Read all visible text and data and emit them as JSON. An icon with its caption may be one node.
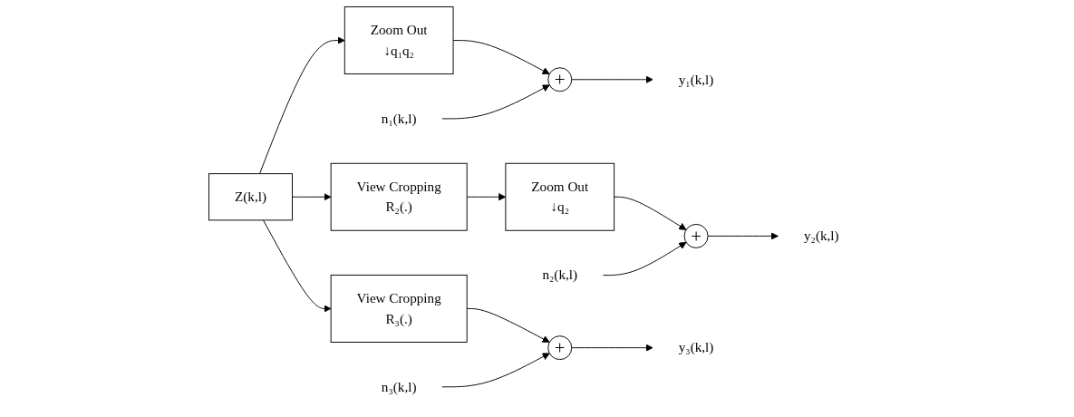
{
  "diagram": {
    "nodes": [
      {
        "text": [
          "Z(k,l)"
        ]
      },
      {
        "text": [
          "Zoom Out",
          "↓q₁q₂"
        ]
      },
      {
        "text": [
          "n₁(k,l)"
        ]
      },
      {
        "text": [
          "+"
        ]
      },
      {
        "text": [
          "y₁(k,l)"
        ]
      },
      {
        "text": [
          "View Cropping",
          "R₂(.)"
        ]
      },
      {
        "text": [
          "Zoom Out",
          "↓q₂"
        ]
      },
      {
        "text": [
          "n₂(k,l)"
        ]
      },
      {
        "text": [
          "+"
        ]
      },
      {
        "text": [
          "y₂(k,l)"
        ]
      },
      {
        "text": [
          "View Cropping",
          "R₃(.)"
        ]
      },
      {
        "text": [
          "n₃(k,l)"
        ]
      },
      {
        "text": [
          "+"
        ]
      },
      {
        "text": [
          "y₃(k,l)"
        ]
      }
    ],
    "edges": [
      {
        "from": 0,
        "to": 1,
        "arrow": "to"
      },
      {
        "from": 1,
        "to": 3,
        "arrow": "to"
      },
      {
        "from": 2,
        "to": 3,
        "arrow": "to"
      },
      {
        "from": 3,
        "to": 4,
        "arrow": "to"
      },
      {
        "from": 0,
        "to": 5,
        "arrow": "to"
      },
      {
        "from": 5,
        "to": 6,
        "arrow": "to"
      },
      {
        "from": 6,
        "to": 8,
        "arrow": "to"
      },
      {
        "from": 7,
        "to": 8,
        "arrow": "to"
      },
      {
        "from": 8,
        "to": 9,
        "arrow": "to"
      },
      {
        "from": 0,
        "to": 10,
        "arrow": "to"
      },
      {
        "from": 10,
        "to": 12,
        "arrow": "to"
      },
      {
        "from": 11,
        "to": 12,
        "arrow": "to"
      },
      {
        "from": 12,
        "to": 13,
        "arrow": "to"
      }
    ]
  }
}
